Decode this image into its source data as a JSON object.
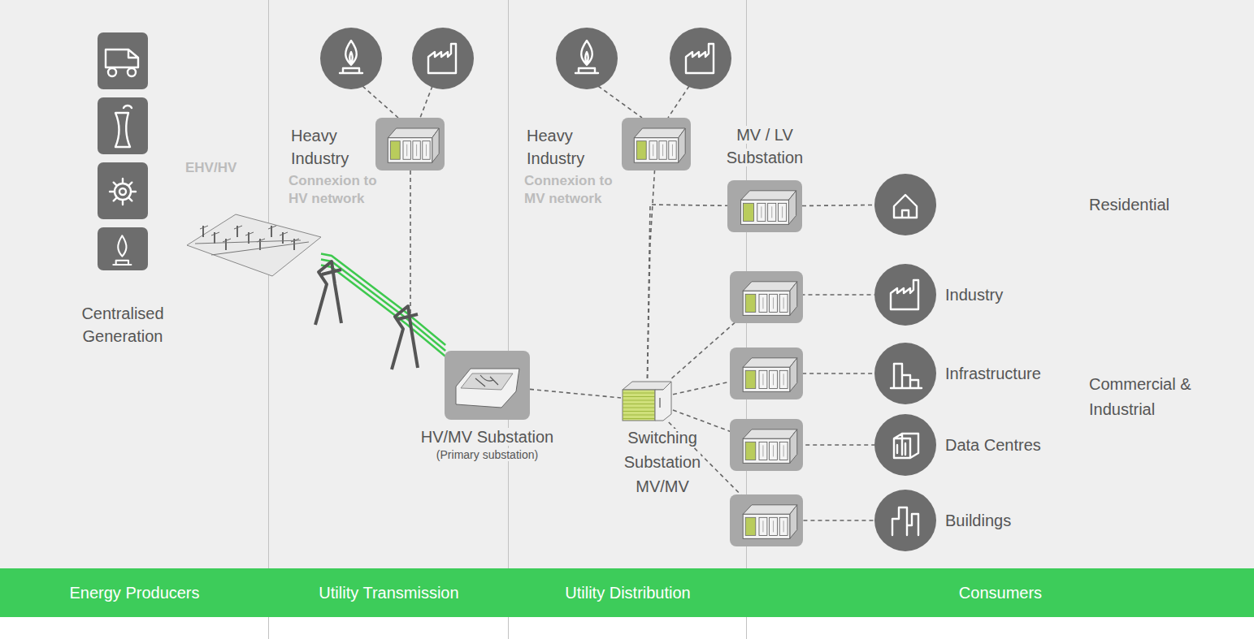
{
  "diagram": {
    "nodes": [
      {
        "text": [
          "Centralised Generation"
        ]
      },
      {
        "text": [
          "EHV/HV"
        ]
      },
      {
        "text": [
          "Heavy Industry",
          "Connexion to HV network"
        ]
      },
      {
        "text": [
          "HV/MV Substation",
          "(Primary substation)"
        ]
      },
      {
        "text": [
          "Heavy Industry",
          "Connexion to MV network"
        ]
      },
      {
        "text": [
          "MV / LV Substation"
        ]
      },
      {
        "text": [
          "Residential"
        ]
      },
      {
        "text": [
          "Switching Substation MV/MV"
        ]
      },
      {
        "text": [
          "Industry"
        ]
      },
      {
        "text": [
          "Infrastructure"
        ]
      },
      {
        "text": [
          "Data Centres"
        ]
      },
      {
        "text": [
          "Buildings"
        ]
      },
      {
        "text": [
          "Energy Producers"
        ]
      },
      {
        "text": [
          "Utility Transmission"
        ]
      },
      {
        "text": [
          "Utility Distribution"
        ]
      },
      {
        "text": [
          "Consumers"
        ]
      }
    ],
    "edges": [
      {
        "from": 1,
        "to": 3,
        "arrow": "none"
      },
      {
        "from": 3,
        "to": 7,
        "arrow": "none"
      },
      {
        "from": 7,
        "to": 4,
        "arrow": "none"
      },
      {
        "from": 7,
        "to": 5,
        "arrow": "none"
      },
      {
        "from": 5,
        "to": 6,
        "arrow": "none"
      },
      {
        "from": 7,
        "to": 8,
        "arrow": "none"
      },
      {
        "from": 7,
        "to": 9,
        "arrow": "none"
      },
      {
        "from": 7,
        "to": 10,
        "arrow": "none"
      },
      {
        "from": 7,
        "to": 11,
        "arrow": "none"
      }
    ],
    "labels": [
      "Commercial & Industrial"
    ]
  }
}
